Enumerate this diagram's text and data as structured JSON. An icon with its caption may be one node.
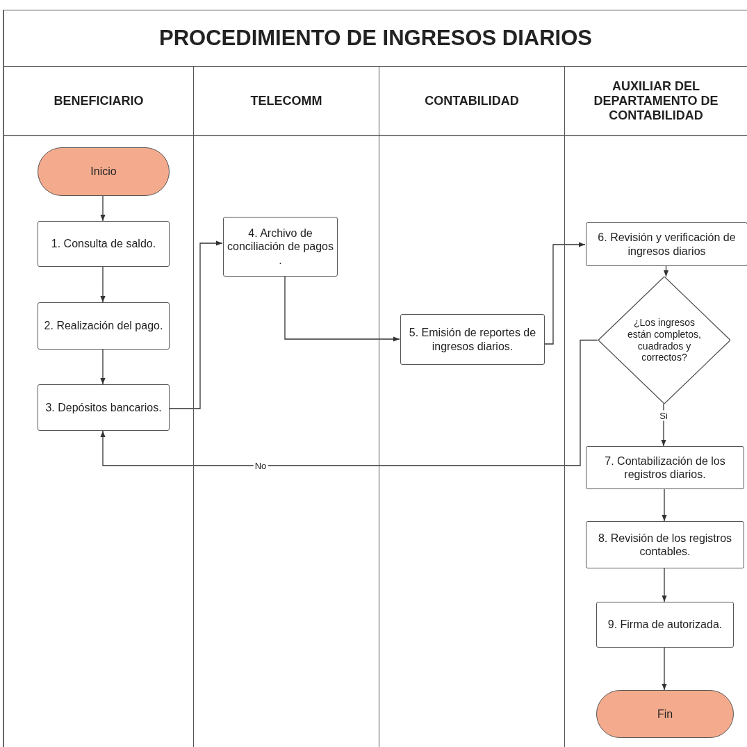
{
  "diagram": {
    "title": "PROCEDIMIENTO DE INGRESOS DIARIOS",
    "nodes": [
      {
        "text": [
          "BENEFICIARIO"
        ]
      },
      {
        "text": [
          "TELECOMM"
        ]
      },
      {
        "text": [
          "CONTABILIDAD"
        ]
      },
      {
        "text": [
          "AUXILIAR DEL DEPARTAMENTO DE CONTABILIDAD"
        ]
      },
      {
        "text": [
          "Inicio"
        ],
        "in": 0
      },
      {
        "text": [
          "1. Consulta de saldo."
        ],
        "in": 0
      },
      {
        "text": [
          "2. Realización del pago."
        ],
        "in": 0
      },
      {
        "text": [
          "3. Depósitos bancarios."
        ],
        "in": 0
      },
      {
        "text": [
          "4. Archivo de conciliación de pagos ."
        ],
        "in": 1
      },
      {
        "text": [
          "5. Emisión de reportes de ingresos diarios."
        ],
        "in": 2
      },
      {
        "text": [
          "6. Revisión y verificación de ingresos diarios"
        ],
        "in": 3
      },
      {
        "text": [
          "¿Los ingresos están completos, cuadrados y correctos?"
        ],
        "in": 3
      },
      {
        "text": [
          "7. Contabilización de los registros diarios."
        ],
        "in": 3
      },
      {
        "text": [
          "8. Revisión de los registros contables."
        ],
        "in": 3
      },
      {
        "text": [
          "9. Firma de autorizada."
        ],
        "in": 3
      },
      {
        "text": [
          "Fin"
        ],
        "in": 3
      }
    ],
    "edges": [
      {
        "from": 4,
        "to": 5,
        "arrow": "to"
      },
      {
        "from": 5,
        "to": 6,
        "arrow": "to"
      },
      {
        "from": 6,
        "to": 7,
        "arrow": "to"
      },
      {
        "from": 7,
        "to": 8,
        "arrow": "to"
      },
      {
        "from": 8,
        "to": 9,
        "arrow": "to"
      },
      {
        "from": 9,
        "to": 10,
        "arrow": "to"
      },
      {
        "from": 10,
        "to": 11,
        "arrow": "to"
      },
      {
        "from": 11,
        "to": 12,
        "arrow": "to",
        "label": "Si"
      },
      {
        "from": 11,
        "to": 7,
        "arrow": "to",
        "label": "No"
      },
      {
        "from": 12,
        "to": 13,
        "arrow": "to"
      },
      {
        "from": 13,
        "to": 14,
        "arrow": "to"
      },
      {
        "from": 14,
        "to": 15,
        "arrow": "to"
      }
    ]
  }
}
